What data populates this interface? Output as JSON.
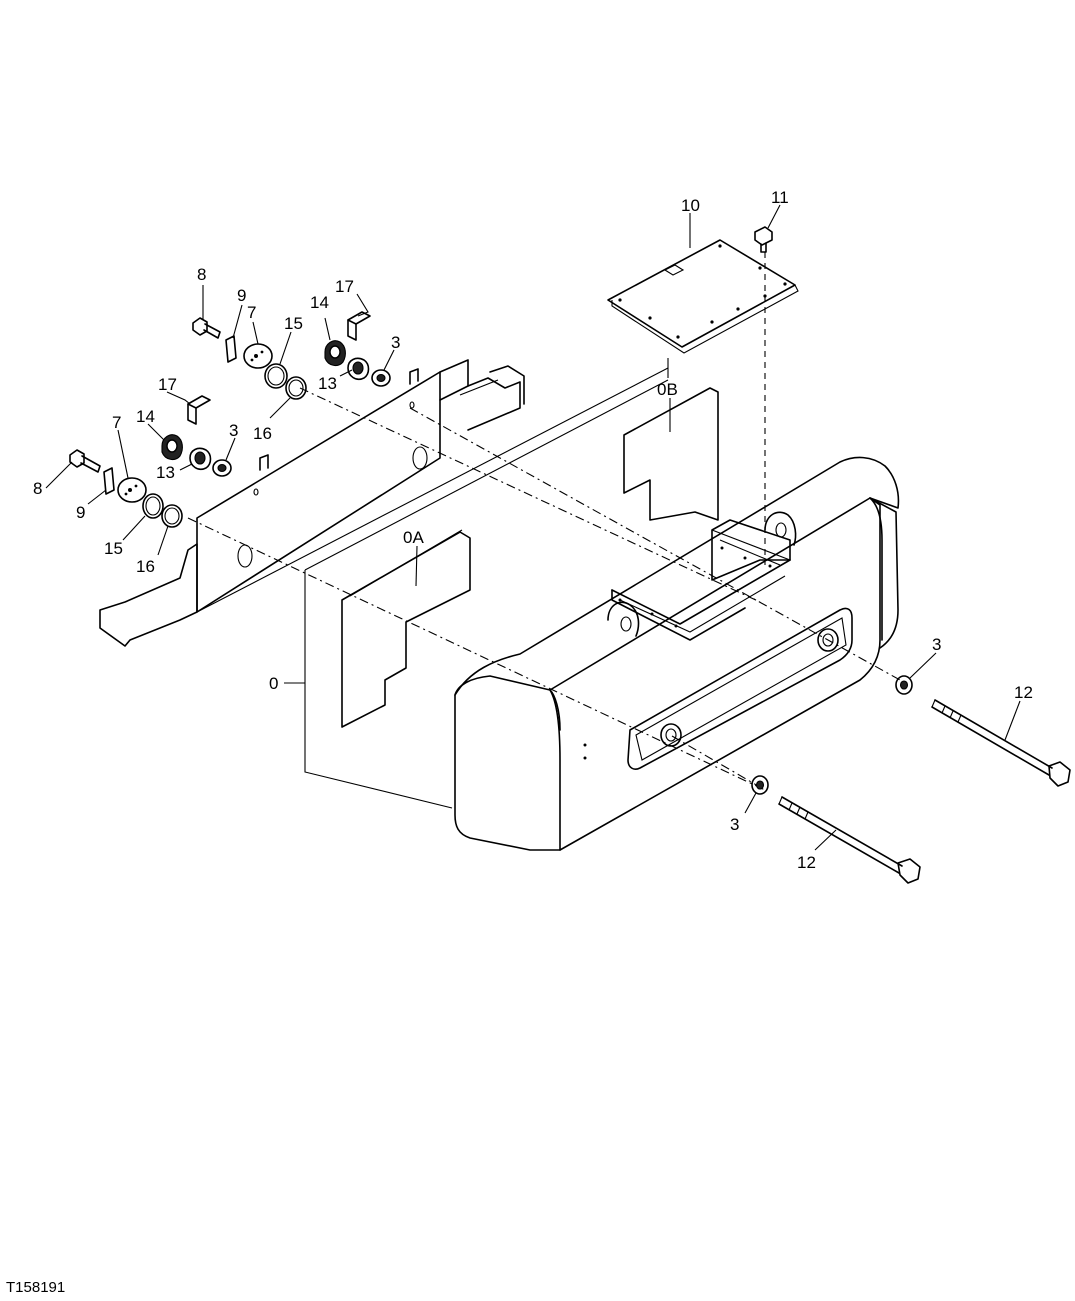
{
  "figure_id": "T158191",
  "callouts": {
    "c0": "0",
    "c0A": "0A",
    "c0B": "0B",
    "c3a": "3",
    "c3b": "3",
    "c3c": "3",
    "c3d": "3",
    "c7a": "7",
    "c7b": "7",
    "c8a": "8",
    "c8b": "8",
    "c9a": "9",
    "c9b": "9",
    "c10": "10",
    "c11": "11",
    "c12a": "12",
    "c12b": "12",
    "c13a": "13",
    "c13b": "13",
    "c14a": "14",
    "c14b": "14",
    "c15a": "15",
    "c15b": "15",
    "c16a": "16",
    "c16b": "16",
    "c17a": "17",
    "c17b": "17"
  }
}
